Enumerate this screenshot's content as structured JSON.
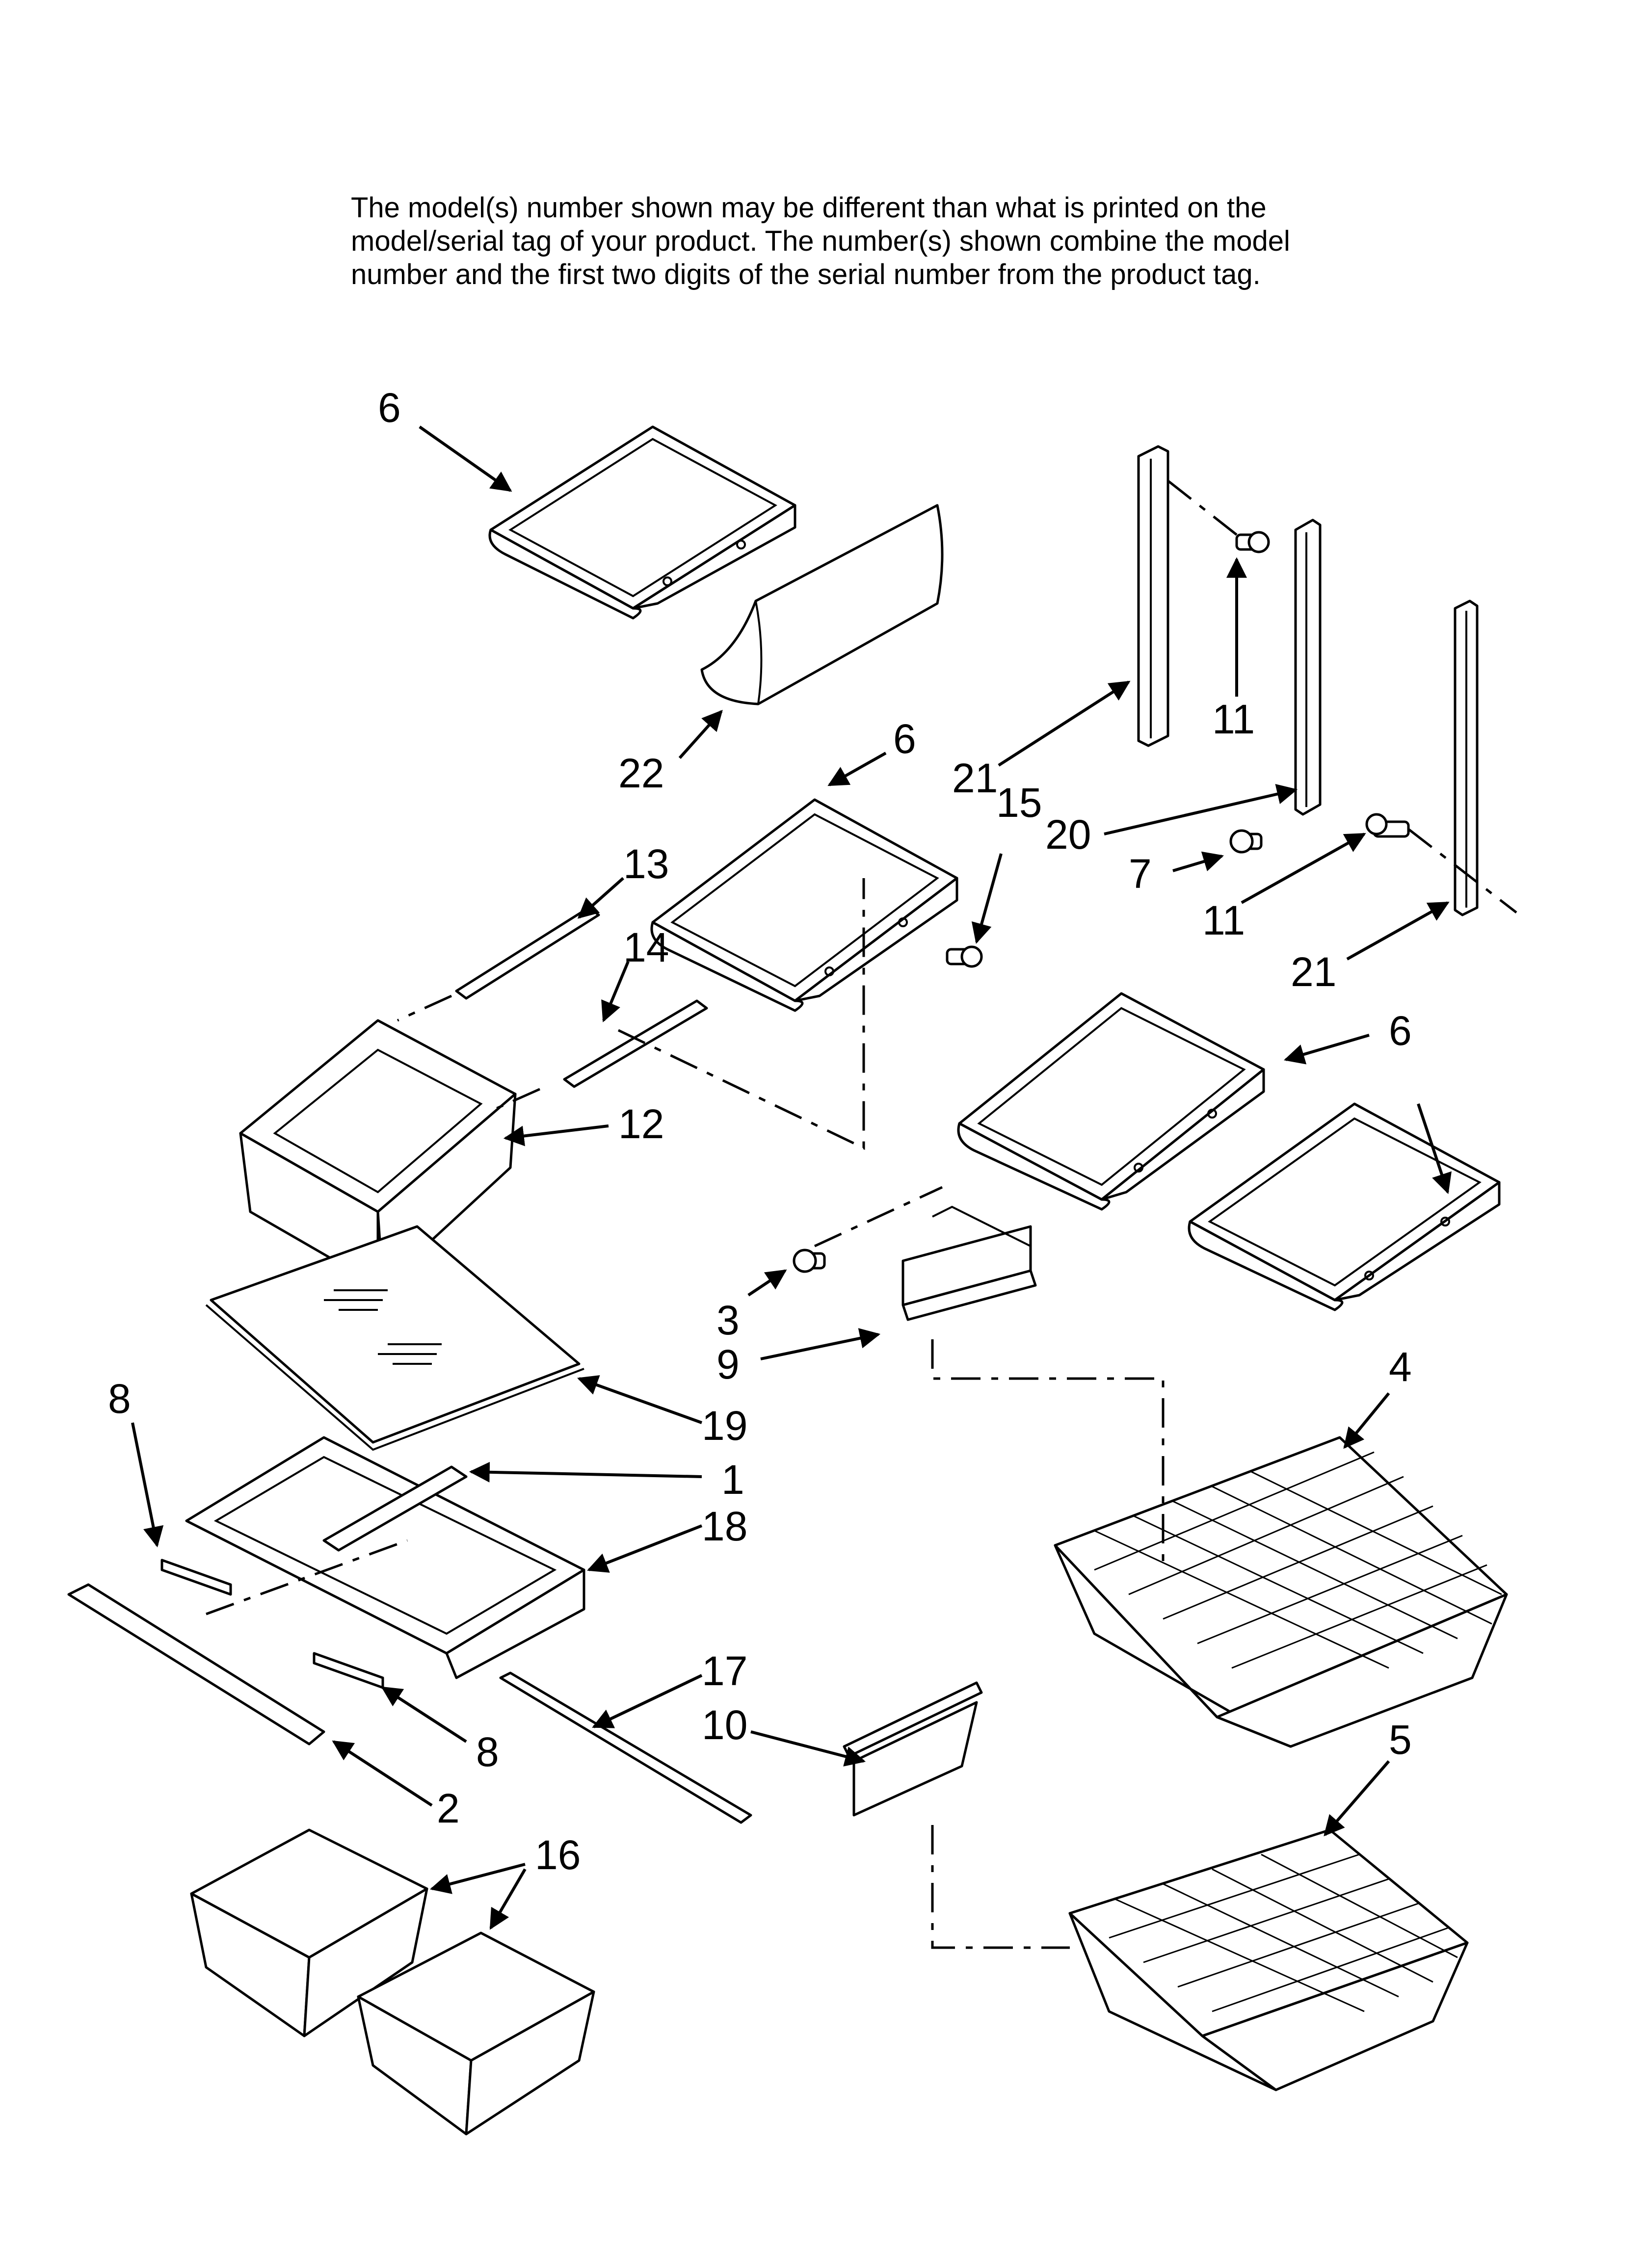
{
  "note": {
    "line1": "The model(s) number shown may be different than what is printed on the",
    "line2": "model/serial tag of your product. The number(s) shown combine the model",
    "line3": "number and the first two digits of the serial number from the product tag."
  },
  "callouts": [
    {
      "id": "c6a",
      "text": "6"
    },
    {
      "id": "c22",
      "text": "22"
    },
    {
      "id": "c6b",
      "text": "6"
    },
    {
      "id": "c21a",
      "text": "21"
    },
    {
      "id": "c15",
      "text": "15"
    },
    {
      "id": "c11a",
      "text": "11"
    },
    {
      "id": "c20",
      "text": "20"
    },
    {
      "id": "c7",
      "text": "7"
    },
    {
      "id": "c11b",
      "text": "11"
    },
    {
      "id": "c21b",
      "text": "21"
    },
    {
      "id": "c13",
      "text": "13"
    },
    {
      "id": "c14",
      "text": "14"
    },
    {
      "id": "c12",
      "text": "12"
    },
    {
      "id": "c6c",
      "text": "6"
    },
    {
      "id": "c3",
      "text": "3"
    },
    {
      "id": "c9",
      "text": "9"
    },
    {
      "id": "c4",
      "text": "4"
    },
    {
      "id": "c19",
      "text": "19"
    },
    {
      "id": "c8a",
      "text": "8"
    },
    {
      "id": "c1",
      "text": "1"
    },
    {
      "id": "c18",
      "text": "18"
    },
    {
      "id": "c17",
      "text": "17"
    },
    {
      "id": "c10",
      "text": "10"
    },
    {
      "id": "c8b",
      "text": "8"
    },
    {
      "id": "c2",
      "text": "2"
    },
    {
      "id": "c5",
      "text": "5"
    },
    {
      "id": "c16",
      "text": "16"
    }
  ]
}
